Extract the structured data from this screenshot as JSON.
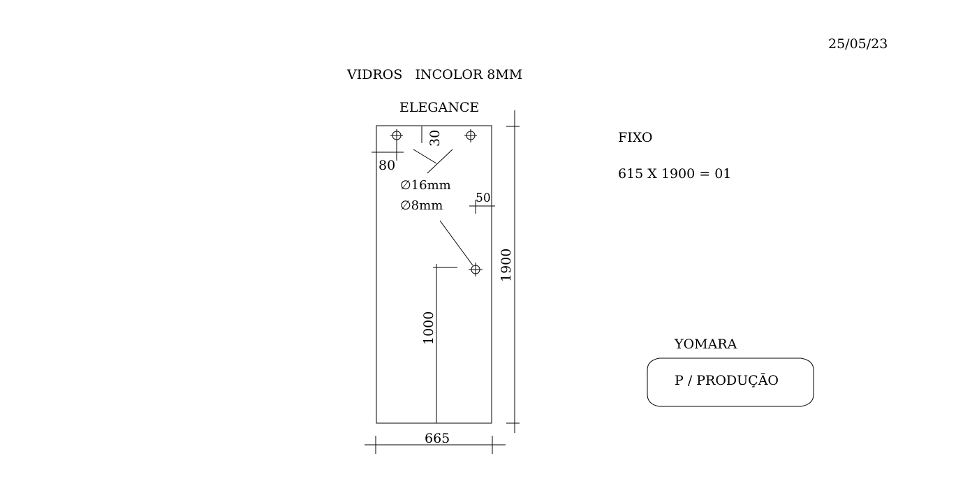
{
  "header": {
    "date": "25/05/23",
    "title": "VIDROS   INCOLOR 8MM",
    "model": "ELEGANCE"
  },
  "panel": {
    "type": "FIXO",
    "spec": "615 X 1900 = 01"
  },
  "dimensions": {
    "hole_top_offset": "30",
    "hole_side_offset": "80",
    "hole_right_offset": "50",
    "hole_diameter_large": "∅16mm",
    "hole_diameter_small": "∅8mm",
    "hole_height": "1000",
    "height": "1900",
    "width": "665"
  },
  "stamp": {
    "name": "YOMARA",
    "label": "P / PRODUÇÃO"
  }
}
